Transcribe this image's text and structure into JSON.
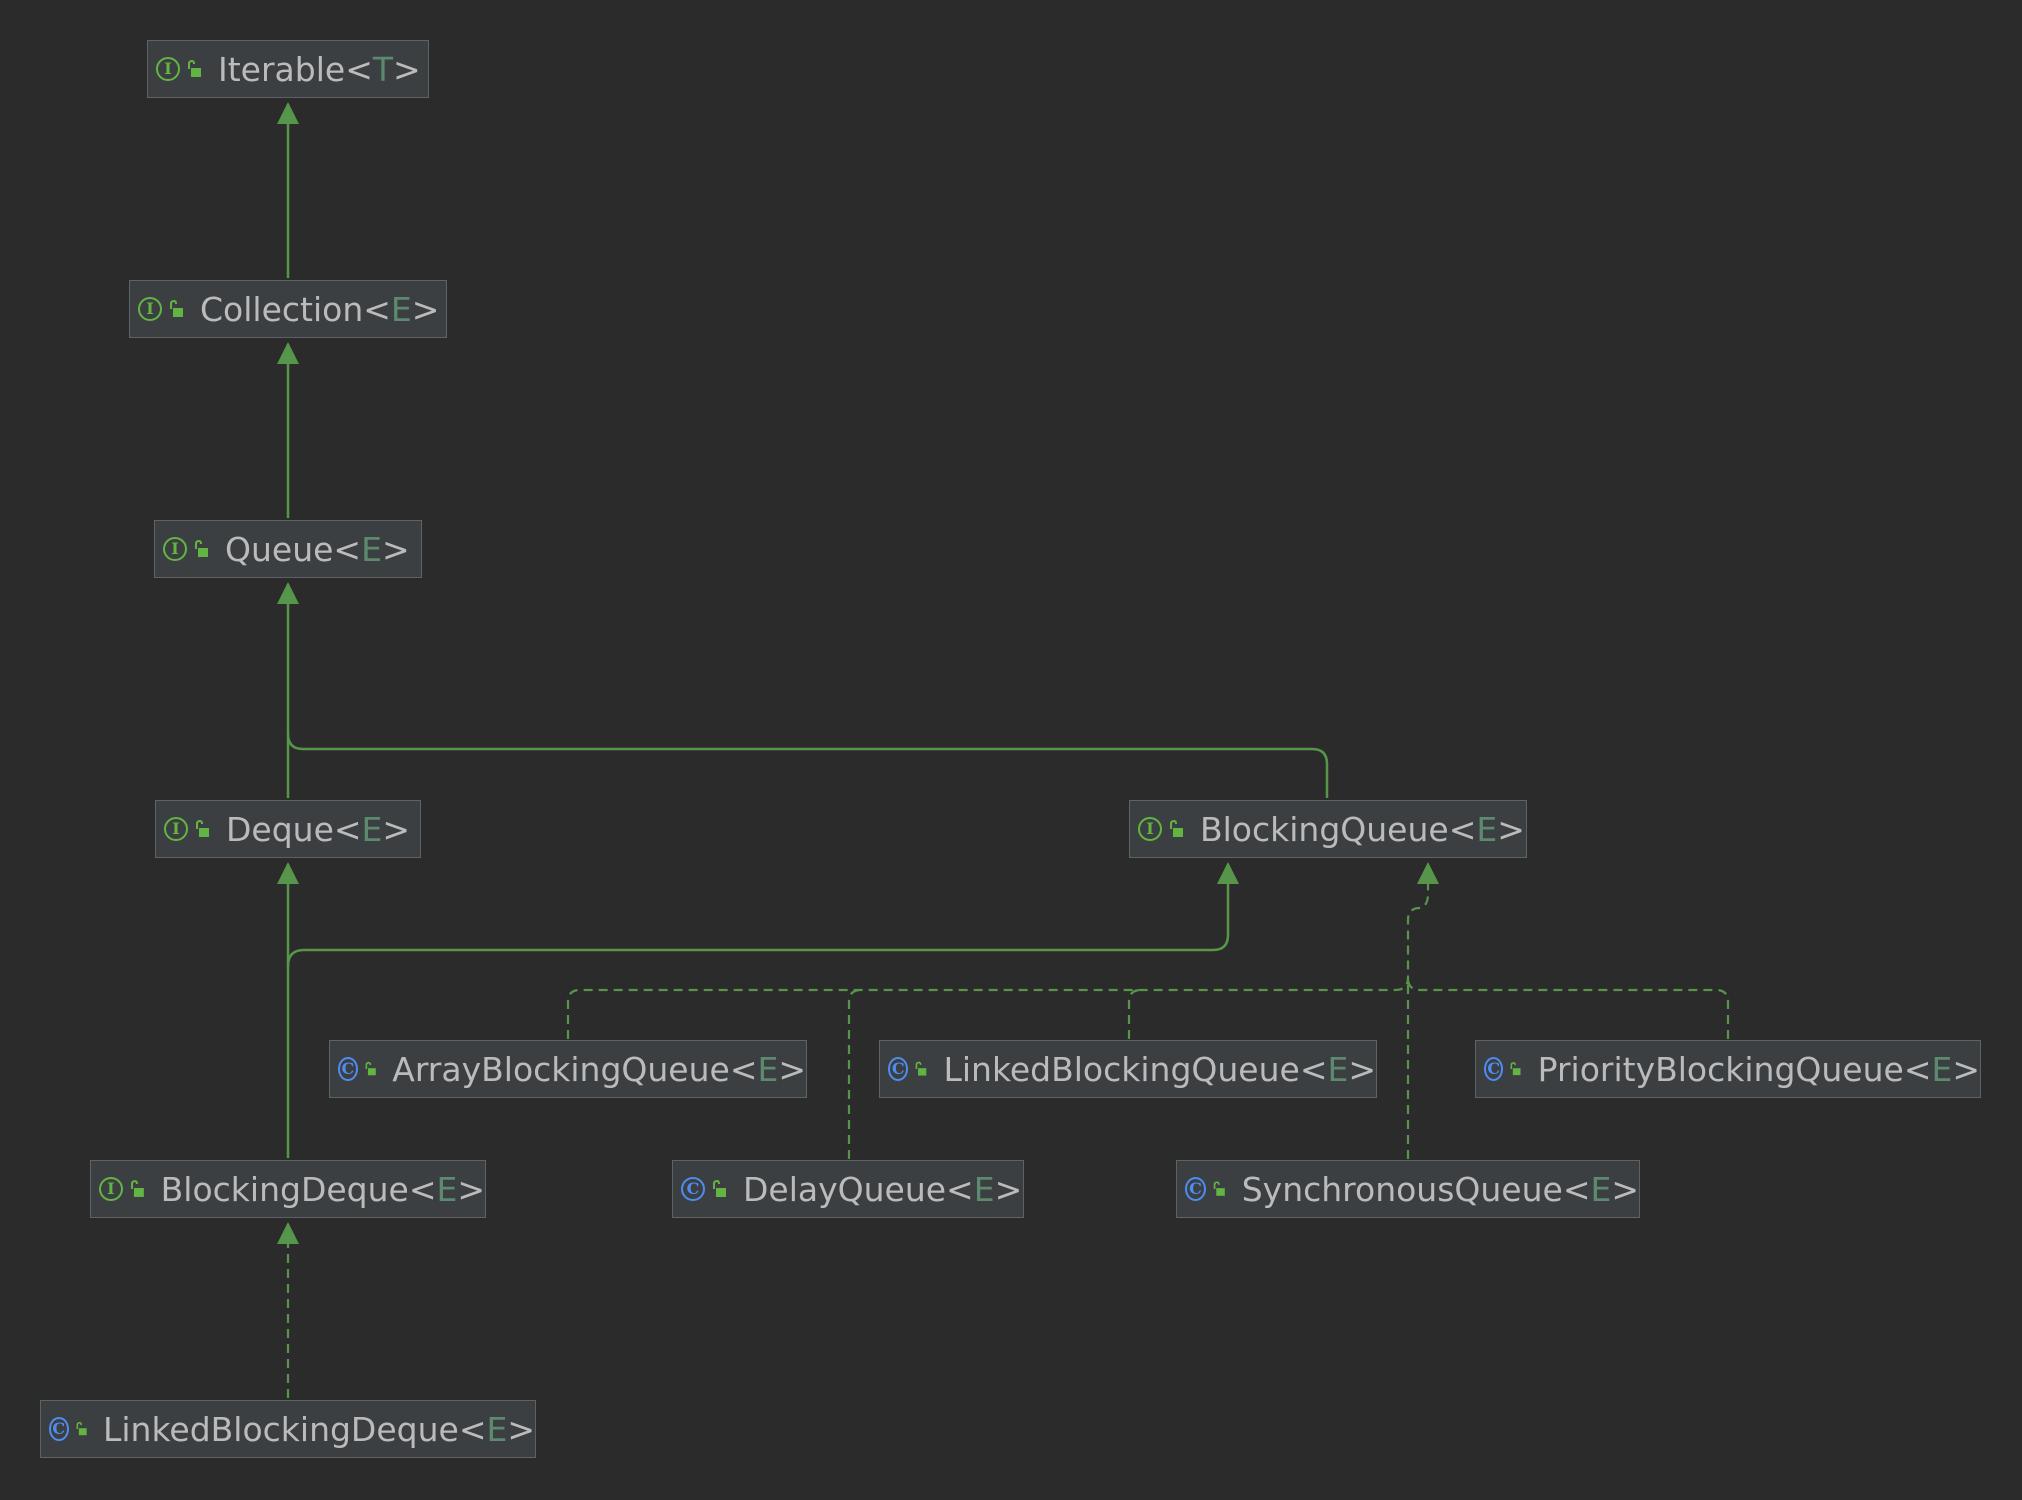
{
  "colors": {
    "background": "#2b2b2b",
    "node_fill": "#3c3f41",
    "node_border": "#5e6366",
    "text": "#bbbbbb",
    "type_param": "#5d8a6f",
    "edge": "#57964a",
    "interface_icon": "#62b543",
    "class_icon": "#4f8cf0"
  },
  "icons": {
    "interface": "interface-icon",
    "class": "class-icon",
    "access": "public-access-icon"
  },
  "nodes": [
    {
      "id": "iterable",
      "kind": "interface",
      "name": "Iterable",
      "type_param": "T",
      "open": "<",
      "close": ">"
    },
    {
      "id": "collection",
      "kind": "interface",
      "name": "Collection",
      "type_param": "E",
      "open": "<",
      "close": ">"
    },
    {
      "id": "queue",
      "kind": "interface",
      "name": "Queue",
      "type_param": "E",
      "open": "<",
      "close": ">"
    },
    {
      "id": "deque",
      "kind": "interface",
      "name": "Deque",
      "type_param": "E",
      "open": "<",
      "close": ">"
    },
    {
      "id": "blocking_queue",
      "kind": "interface",
      "name": "BlockingQueue",
      "type_param": "E",
      "open": "<",
      "close": ">"
    },
    {
      "id": "array_blocking_queue",
      "kind": "class",
      "name": "ArrayBlockingQueue",
      "type_param": "E",
      "open": "<",
      "close": ">"
    },
    {
      "id": "linked_blocking_queue",
      "kind": "class",
      "name": "LinkedBlockingQueue",
      "type_param": "E",
      "open": "<",
      "close": ">"
    },
    {
      "id": "priority_blocking_queue",
      "kind": "class",
      "name": "PriorityBlockingQueue",
      "type_param": "E",
      "open": "<",
      "close": ">"
    },
    {
      "id": "blocking_deque",
      "kind": "interface",
      "name": "BlockingDeque",
      "type_param": "E",
      "open": "<",
      "close": ">"
    },
    {
      "id": "delay_queue",
      "kind": "class",
      "name": "DelayQueue",
      "type_param": "E",
      "open": "<",
      "close": ">"
    },
    {
      "id": "synchronous_queue",
      "kind": "class",
      "name": "SynchronousQueue",
      "type_param": "E",
      "open": "<",
      "close": ">"
    },
    {
      "id": "linked_blocking_deque",
      "kind": "class",
      "name": "LinkedBlockingDeque",
      "type_param": "E",
      "open": "<",
      "close": ">"
    }
  ],
  "edges": [
    {
      "from": "collection",
      "to": "iterable",
      "relation": "extends"
    },
    {
      "from": "queue",
      "to": "collection",
      "relation": "extends"
    },
    {
      "from": "deque",
      "to": "queue",
      "relation": "extends"
    },
    {
      "from": "blocking_queue",
      "to": "queue",
      "relation": "extends"
    },
    {
      "from": "blocking_deque",
      "to": "deque",
      "relation": "extends"
    },
    {
      "from": "blocking_deque",
      "to": "blocking_queue",
      "relation": "extends"
    },
    {
      "from": "linked_blocking_deque",
      "to": "blocking_deque",
      "relation": "implements"
    },
    {
      "from": "array_blocking_queue",
      "to": "blocking_queue",
      "relation": "implements"
    },
    {
      "from": "delay_queue",
      "to": "blocking_queue",
      "relation": "implements"
    },
    {
      "from": "linked_blocking_queue",
      "to": "blocking_queue",
      "relation": "implements"
    },
    {
      "from": "synchronous_queue",
      "to": "blocking_queue",
      "relation": "implements"
    },
    {
      "from": "priority_blocking_queue",
      "to": "blocking_queue",
      "relation": "implements"
    }
  ]
}
